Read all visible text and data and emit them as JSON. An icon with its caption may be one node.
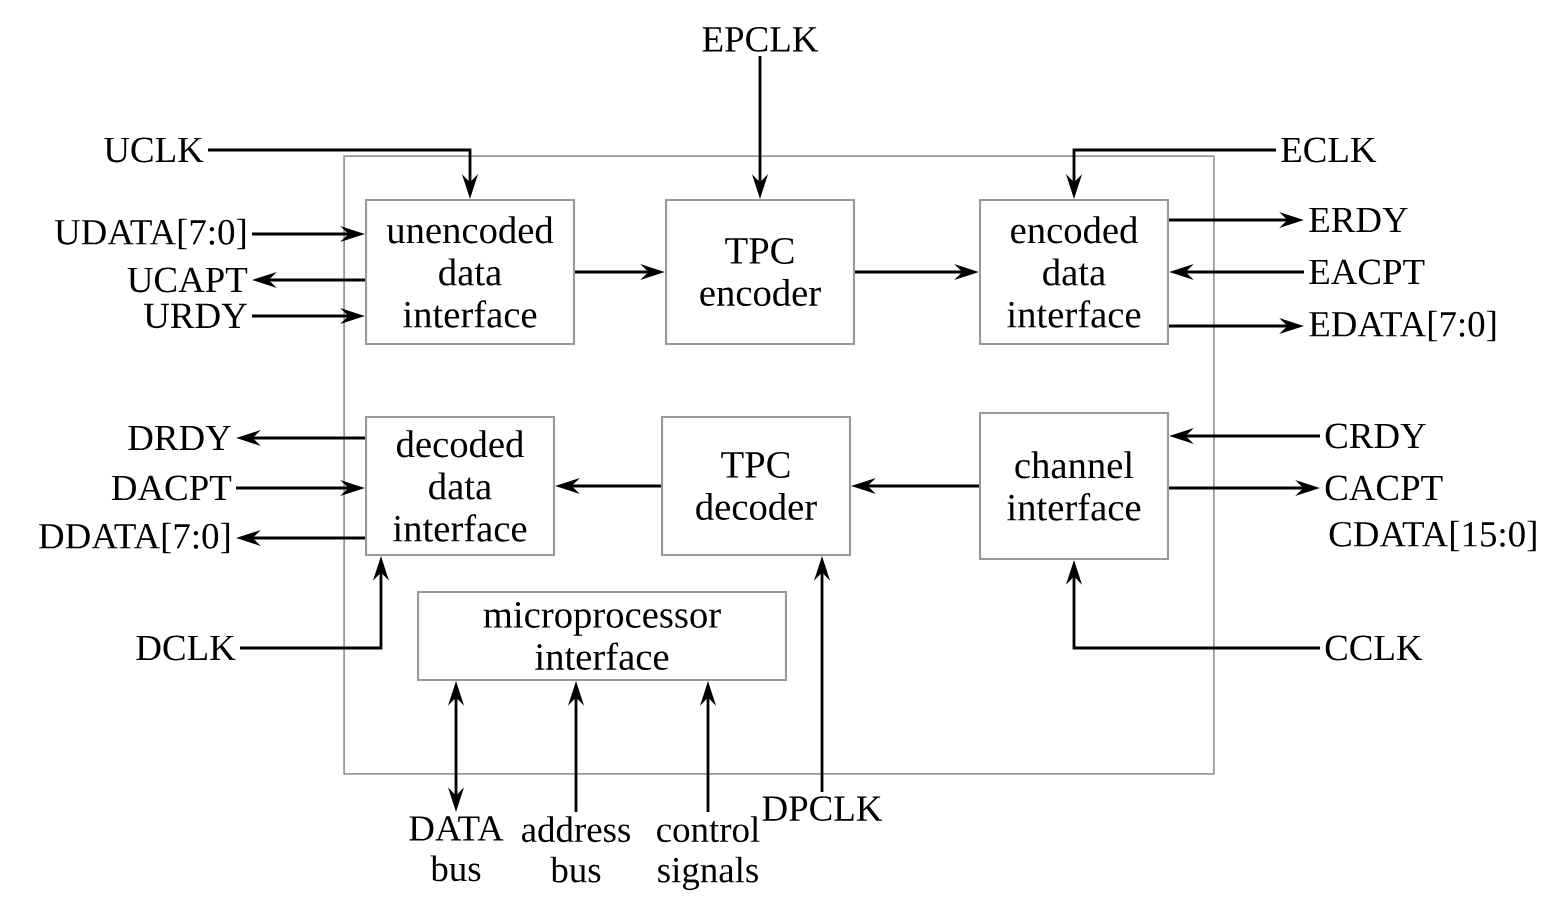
{
  "diagram": {
    "nodes": [
      {
        "text": [],
        "shape": "box"
      },
      {
        "text": [
          "unencoded data interface"
        ],
        "in": 0
      },
      {
        "text": [
          "TPC encoder"
        ],
        "in": 0
      },
      {
        "text": [
          "encoded data interface"
        ],
        "in": 0
      },
      {
        "text": [
          "decoded data interface"
        ],
        "in": 0
      },
      {
        "text": [
          "TPC decoder"
        ],
        "in": 0
      },
      {
        "text": [
          "channel interface"
        ],
        "in": 0
      },
      {
        "text": [
          "microprocessor interface"
        ],
        "in": 0
      },
      {
        "text": [
          "UCLK"
        ]
      },
      {
        "text": [
          "EPCLK"
        ]
      },
      {
        "text": [
          "ECLK"
        ]
      },
      {
        "text": [
          "UDATA[7:0]"
        ]
      },
      {
        "text": [
          "UCAPT"
        ]
      },
      {
        "text": [
          "URDY"
        ]
      },
      {
        "text": [
          "ERDY"
        ]
      },
      {
        "text": [
          "EACPT"
        ]
      },
      {
        "text": [
          "EDATA[7:0]"
        ]
      },
      {
        "text": [
          "DRDY"
        ]
      },
      {
        "text": [
          "DACPT"
        ]
      },
      {
        "text": [
          "DDATA[7:0]"
        ]
      },
      {
        "text": [
          "CRDY"
        ]
      },
      {
        "text": [
          "CACPT"
        ]
      },
      {
        "text": [
          "DCLK"
        ]
      },
      {
        "text": [
          "CCLK"
        ]
      },
      {
        "text": [
          "DATA bus"
        ]
      },
      {
        "text": [
          "address bus"
        ]
      },
      {
        "text": [
          "control signals"
        ]
      },
      {
        "text": [
          "DPCLK"
        ]
      }
    ],
    "edges": [
      {
        "from": 8,
        "to": 1,
        "arrow": "to"
      },
      {
        "from": 9,
        "to": 2,
        "arrow": "to"
      },
      {
        "from": 10,
        "to": 3,
        "arrow": "to"
      },
      {
        "from": 11,
        "to": 1,
        "arrow": "to"
      },
      {
        "from": 1,
        "to": 12,
        "arrow": "to"
      },
      {
        "from": 13,
        "to": 1,
        "arrow": "to"
      },
      {
        "from": 3,
        "to": 14,
        "arrow": "to"
      },
      {
        "from": 15,
        "to": 3,
        "arrow": "to"
      },
      {
        "from": 3,
        "to": 16,
        "arrow": "to"
      },
      {
        "from": 1,
        "to": 2,
        "arrow": "to"
      },
      {
        "from": 2,
        "to": 3,
        "arrow": "to"
      },
      {
        "from": 4,
        "to": 17,
        "arrow": "to"
      },
      {
        "from": 18,
        "to": 4,
        "arrow": "to"
      },
      {
        "from": 4,
        "to": 19,
        "arrow": "to"
      },
      {
        "from": 6,
        "to": 5,
        "arrow": "to"
      },
      {
        "from": 5,
        "to": 4,
        "arrow": "to"
      },
      {
        "from": 20,
        "to": 6,
        "arrow": "to"
      },
      {
        "from": 6,
        "to": 21,
        "arrow": "to"
      },
      {
        "from": 22,
        "to": 4,
        "arrow": "to"
      },
      {
        "from": 23,
        "to": 6,
        "arrow": "to"
      },
      {
        "from": 24,
        "to": 7,
        "arrow": "both"
      },
      {
        "from": 25,
        "to": 7,
        "arrow": "to"
      },
      {
        "from": 26,
        "to": 7,
        "arrow": "to"
      },
      {
        "from": 27,
        "to": 5,
        "arrow": "to"
      }
    ],
    "labels": [
      "CDATA[15:0]"
    ]
  }
}
